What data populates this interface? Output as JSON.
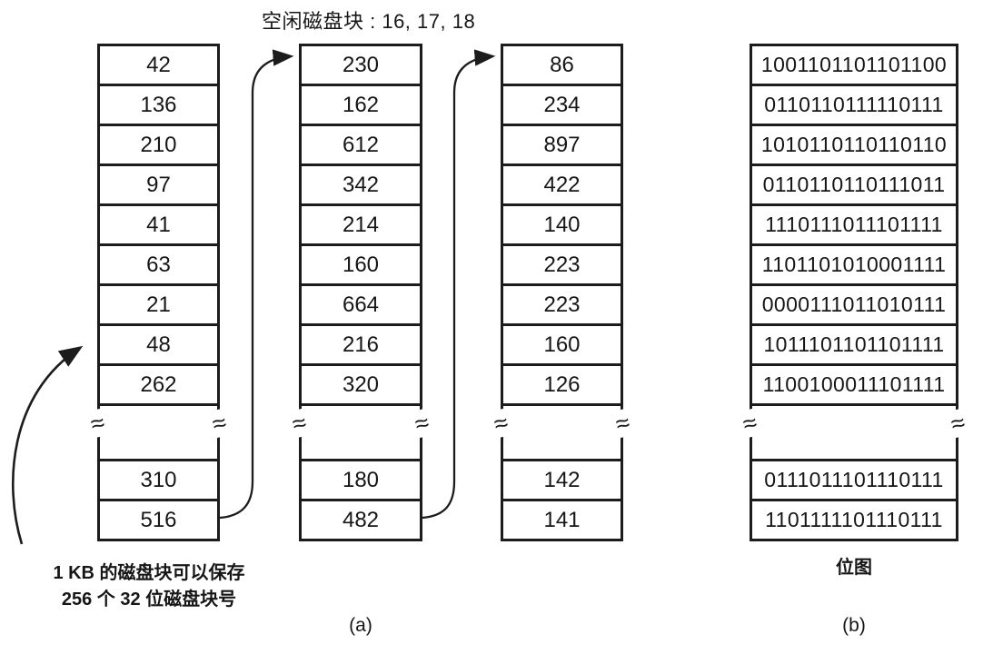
{
  "title": "空闲磁盘块 : 16, 17, 18",
  "figure": {
    "linked_list_columns": [
      {
        "top": [
          "42",
          "136",
          "210",
          "97",
          "41",
          "63",
          "21",
          "48",
          "262"
        ],
        "bottom": [
          "310",
          "516"
        ]
      },
      {
        "top": [
          "230",
          "162",
          "612",
          "342",
          "214",
          "160",
          "664",
          "216",
          "320"
        ],
        "bottom": [
          "180",
          "482"
        ]
      },
      {
        "top": [
          "86",
          "234",
          "897",
          "422",
          "140",
          "223",
          "223",
          "160",
          "126"
        ],
        "bottom": [
          "142",
          "141"
        ]
      }
    ],
    "bitmap_column": {
      "top": [
        "1001101101101100",
        "0110110111110111",
        "1010110110110110",
        "0110110110111011",
        "1110111011101111",
        "1101101010001111",
        "0000111011010111",
        "1011101101101111",
        "1100100011101111"
      ],
      "bottom": [
        "0111011101110111",
        "1101111101110111"
      ],
      "label": "位图"
    },
    "break_symbol": "≈",
    "note": {
      "line1": "1 KB 的磁盘块可以保存",
      "line2": "256 个 32 位磁盘块号"
    },
    "captions": {
      "a": "(a)",
      "b": "(b)"
    }
  },
  "colors": {
    "line": "#1c1c1c",
    "text": "#161616",
    "background": "#ffffff"
  }
}
